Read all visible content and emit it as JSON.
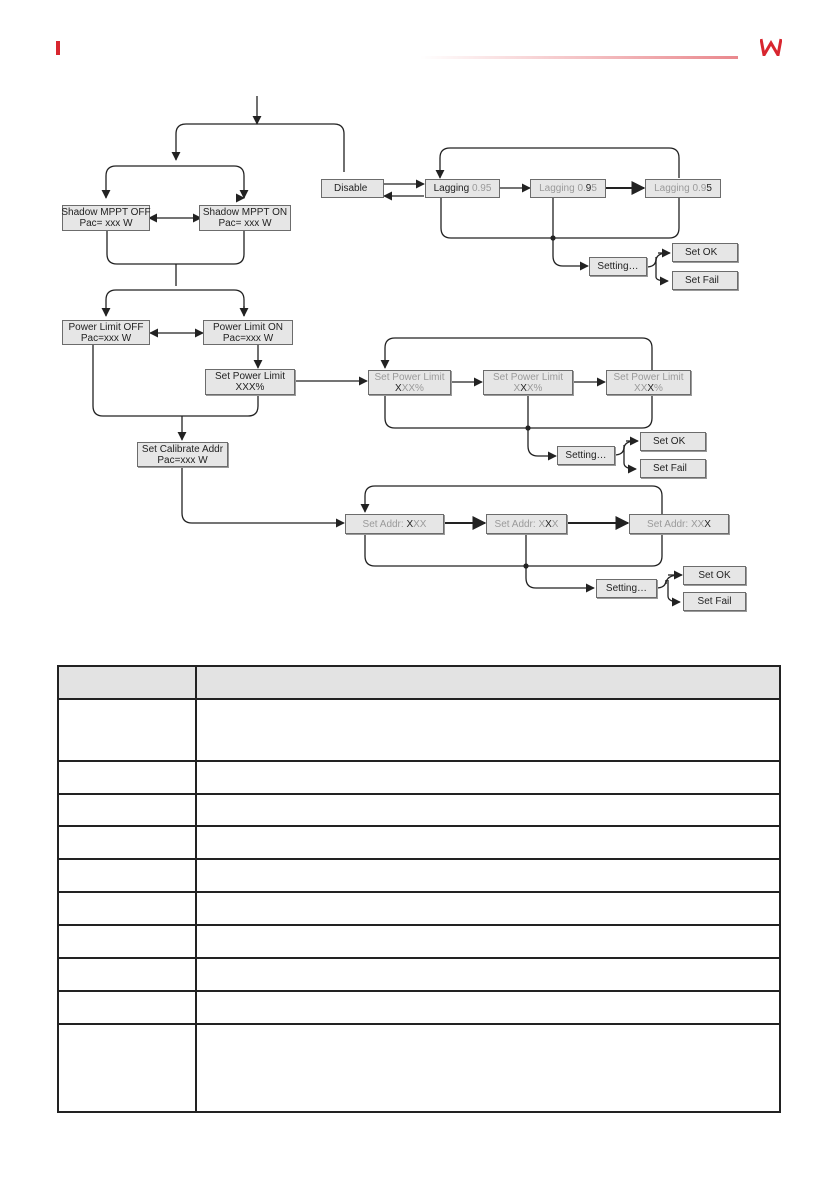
{
  "header": {
    "brand_color": "#d8262f",
    "logo_icon": "goodwe-w-logo-icon"
  },
  "flow": {
    "shadow_mppt_off": {
      "line1": "Shadow MPPT OFF",
      "line2": "Pac= xxx W"
    },
    "shadow_mppt_on": {
      "line1": "Shadow MPPT ON",
      "line2": "Pac= xxx W"
    },
    "disable": "Disable",
    "lagging_1": {
      "word": "Lagging",
      "value": "0.95"
    },
    "lagging_2": {
      "word": "Lagging 0.",
      "digit": "9",
      "rest": "5"
    },
    "lagging_3": {
      "word": "Lagging 0.9",
      "digit": "5"
    },
    "setting_pf": "Setting…",
    "set_ok_pf": "Set OK",
    "set_fail_pf": "Set Fail",
    "power_limit_off": {
      "line1": "Power Limit OFF",
      "line2": "Pac=xxx W"
    },
    "power_limit_on": {
      "line1": "Power Limit ON",
      "line2": "Pac=xxx W"
    },
    "set_power_limit": {
      "line1": "Set Power Limit",
      "line2": "XXX%"
    },
    "spl_1": {
      "line1": "Set Power Limit",
      "digit": "X",
      "rest": "XX%"
    },
    "spl_2": {
      "line1": "Set Power Limit",
      "pre": "X",
      "digit": "X",
      "rest": "X%"
    },
    "spl_3": {
      "line1": "Set Power Limit",
      "pre": "XX",
      "digit": "X",
      "rest": "%"
    },
    "setting_pl": "Setting…",
    "set_ok_pl": "Set OK",
    "set_fail_pl": "Set Fail",
    "set_calibrate_addr": {
      "line1": "Set Calibrate Addr",
      "line2": "Pac=xxx W"
    },
    "addr_1": {
      "label": "Set Addr: ",
      "digit": "X",
      "rest": "XX"
    },
    "addr_2": {
      "label": "Set Addr: ",
      "pre": "X",
      "digit": "X",
      "rest": "X"
    },
    "addr_3": {
      "label": "Set Addr: ",
      "pre": "XX",
      "digit": "X"
    },
    "setting_addr": "Setting…",
    "set_ok_addr": "Set OK",
    "set_fail_addr": "Set Fail"
  },
  "table": {
    "header_fill": "#e3e3e3",
    "rows": [
      {
        "c1": "",
        "c2": ""
      },
      {
        "c1": "",
        "c2": ""
      },
      {
        "c1": "",
        "c2": ""
      },
      {
        "c1": "",
        "c2": ""
      },
      {
        "c1": "",
        "c2": ""
      },
      {
        "c1": "",
        "c2": ""
      },
      {
        "c1": "",
        "c2": ""
      },
      {
        "c1": "",
        "c2": ""
      },
      {
        "c1": "",
        "c2": ""
      },
      {
        "c1": "",
        "c2": ""
      }
    ]
  }
}
